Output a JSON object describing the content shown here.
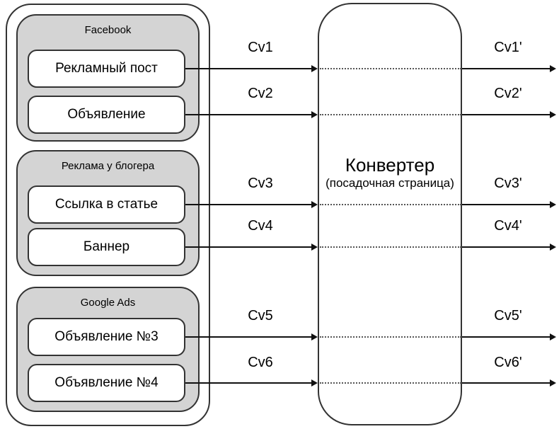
{
  "diagram": {
    "source_groups": [
      {
        "label": "Facebook",
        "items": [
          "Рекламный пост",
          "Объявление"
        ]
      },
      {
        "label": "Реклама у блогера",
        "items": [
          "Ссылка в статье",
          "Баннер"
        ]
      },
      {
        "label": "Google Ads",
        "items": [
          "Объявление №3",
          "Объявление №4"
        ]
      }
    ],
    "converter": {
      "title": "Конвертер",
      "subtitle": "(посадочная страница)"
    },
    "flows": [
      {
        "in_label": "Cv1",
        "out_label": "Cv1'"
      },
      {
        "in_label": "Cv2",
        "out_label": "Cv2'"
      },
      {
        "in_label": "Cv3",
        "out_label": "Cv3'"
      },
      {
        "in_label": "Cv4",
        "out_label": "Cv4'"
      },
      {
        "in_label": "Cv5",
        "out_label": "Cv5'"
      },
      {
        "in_label": "Cv6",
        "out_label": "Cv6'"
      }
    ],
    "colors": {
      "group_fill": "#d4d4d4",
      "border": "#333333",
      "box_fill": "#ffffff",
      "arrow": "#111111"
    }
  }
}
